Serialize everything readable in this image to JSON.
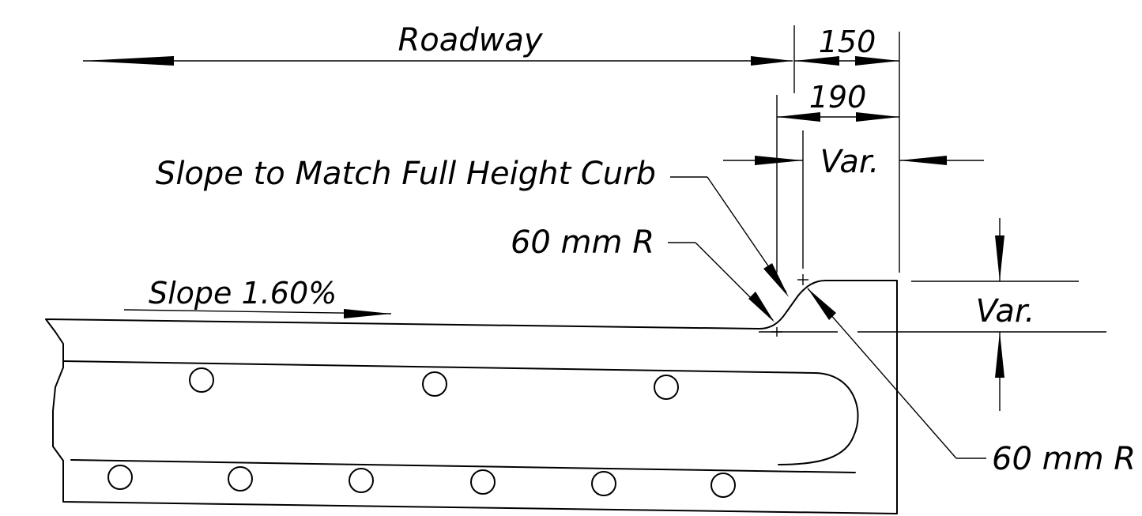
{
  "labels": {
    "roadway": "Roadway",
    "dim_150": "150",
    "dim_190": "190",
    "var_top": "Var.",
    "var_right": "Var.",
    "slope_note": "Slope to Match Full Height Curb",
    "radius_upper_left": "60 mm R",
    "radius_lower_right": "60 mm R",
    "slope": "Slope 1.60%"
  },
  "colors": {
    "line": "#000000",
    "background": "#ffffff"
  }
}
